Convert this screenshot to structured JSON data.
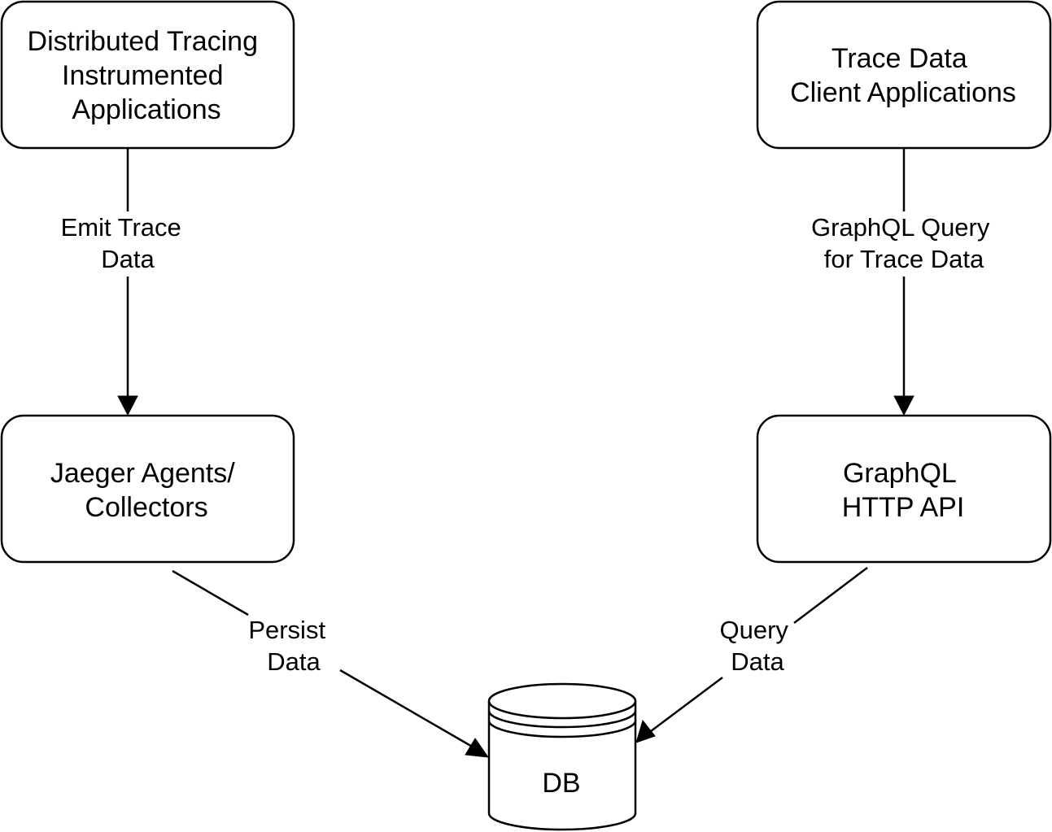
{
  "nodes": {
    "tracing_apps": {
      "lines": [
        "Distributed Tracing",
        "Instrumented",
        "Applications"
      ]
    },
    "client_apps": {
      "lines": [
        "Trace Data",
        "Client Applications"
      ]
    },
    "jaeger": {
      "lines": [
        "Jaeger Agents/",
        "Collectors"
      ]
    },
    "graphql_api": {
      "lines": [
        "GraphQL",
        "HTTP API"
      ]
    },
    "db": {
      "label": "DB"
    }
  },
  "edges": {
    "emit": {
      "lines": [
        "Emit Trace",
        "Data"
      ]
    },
    "graphql_query": {
      "lines": [
        "GraphQL Query",
        "for Trace Data"
      ]
    },
    "persist": {
      "lines": [
        "Persist",
        "Data"
      ]
    },
    "query": {
      "lines": [
        "Query",
        "Data"
      ]
    }
  }
}
